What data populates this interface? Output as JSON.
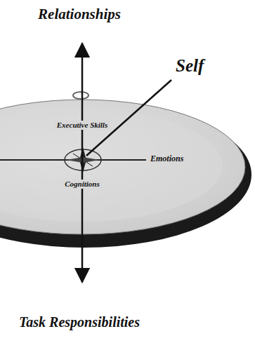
{
  "diagram": {
    "labels": [
      "Relationships",
      "Self",
      "Executive Skills",
      "Emotions",
      "Cognitions",
      "Task Responsibilities"
    ]
  }
}
